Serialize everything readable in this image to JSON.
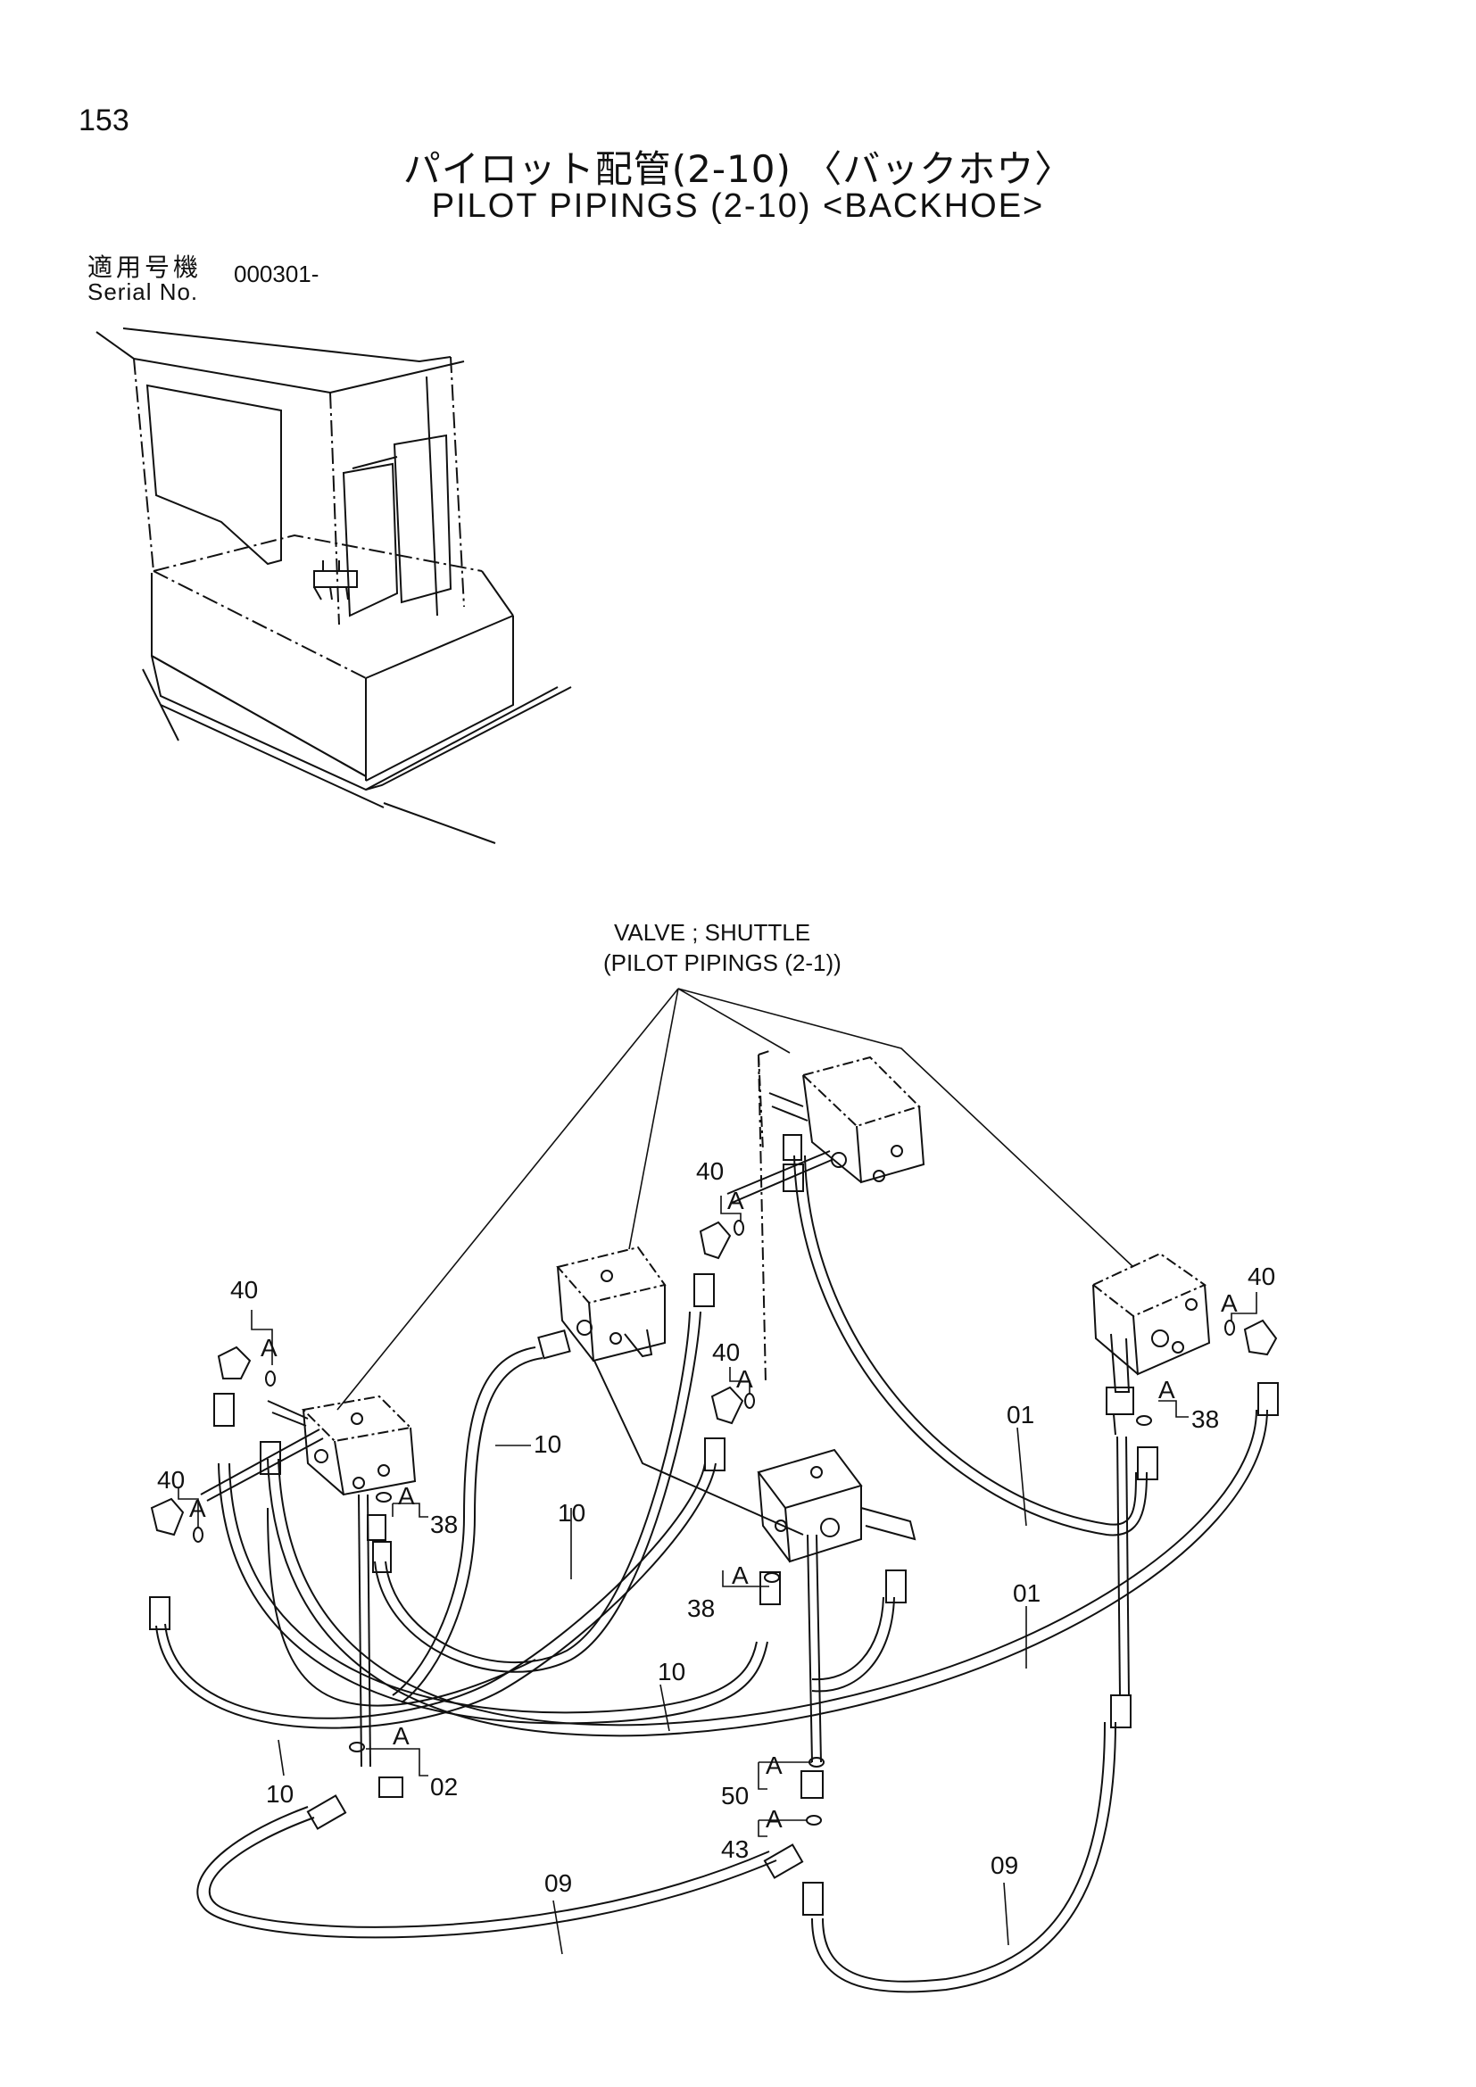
{
  "page": {
    "number": "153"
  },
  "title": {
    "japanese": "パイロット配管(2-10) 〈バックホウ〉",
    "english": "PILOT PIPINGS (2-10) <BACKHOE>"
  },
  "serial": {
    "label_jp": "適用号機",
    "label_en": "Serial No.",
    "value": "000301-"
  },
  "callout": {
    "title": "VALVE ; SHUTTLE",
    "subtitle": "(PILOT PIPINGS (2-1))"
  },
  "labels": {
    "p40": "40",
    "p38": "38",
    "p10": "10",
    "p01": "01",
    "p02": "02",
    "p09": "09",
    "p50": "50",
    "p43": "43",
    "a": "A"
  }
}
